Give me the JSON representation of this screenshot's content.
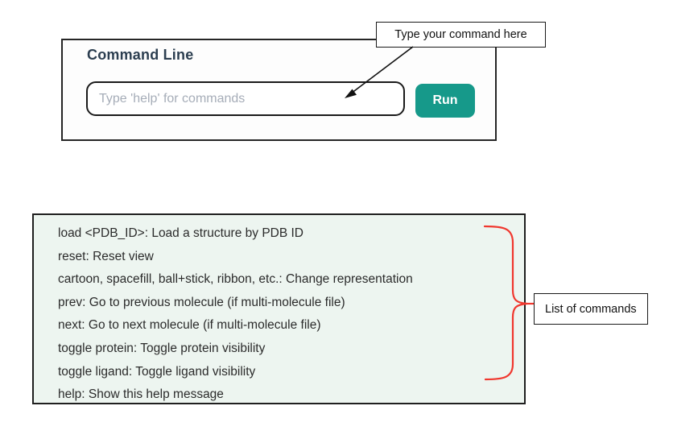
{
  "command_panel": {
    "title": "Command Line",
    "input_placeholder": "Type 'help' for commands",
    "input_value": "",
    "run_label": "Run"
  },
  "annotations": {
    "input_note": "Type your command here",
    "commands_note": "List of commands"
  },
  "help_panel": {
    "lines": [
      "load <PDB_ID>: Load a structure by PDB ID",
      "reset: Reset view",
      "cartoon, spacefill, ball+stick, ribbon, etc.: Change representation",
      "prev: Go to previous molecule (if multi-molecule file)",
      "next: Go to next molecule (if multi-molecule file)",
      "toggle protein: Toggle protein visibility",
      "toggle ligand: Toggle ligand visibility",
      "help: Show this help message"
    ]
  },
  "colors": {
    "run_button_teal": "#16998a",
    "heading_navy": "#2c3e50",
    "help_panel_mint": "#edf5f0",
    "brace_red": "#f0372e",
    "placeholder_gray": "#a6adb8"
  }
}
